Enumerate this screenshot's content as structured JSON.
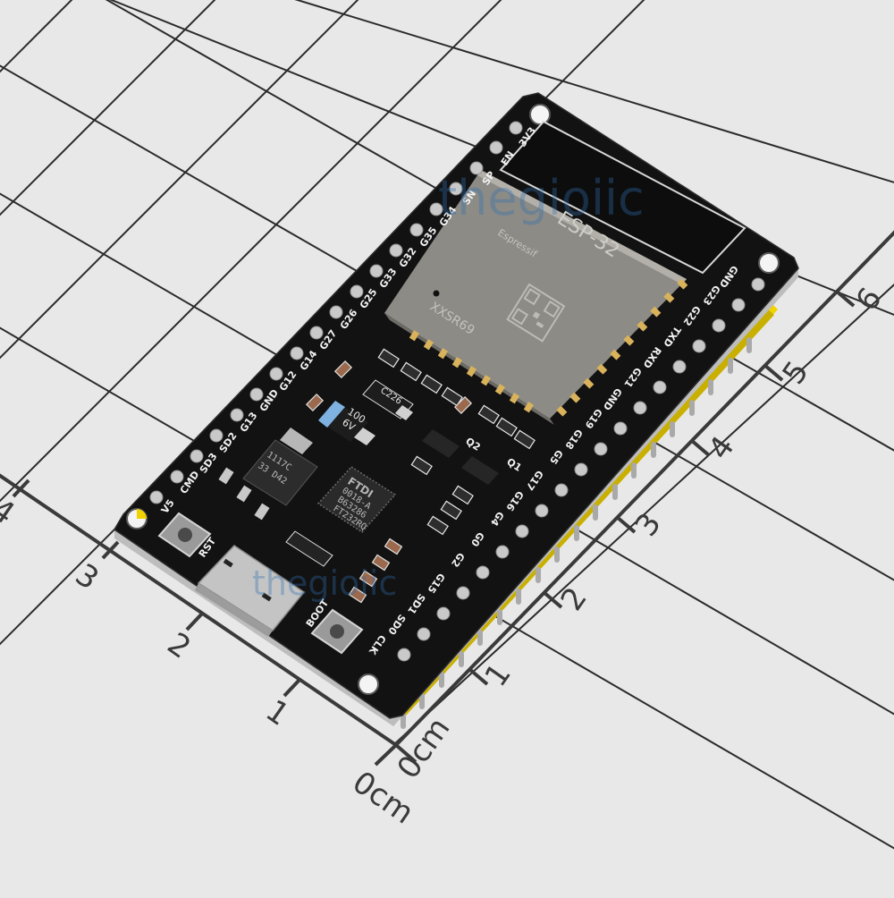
{
  "image": {
    "subject": "ESP32 development board on centimeter grid",
    "background_color": "#e8e8e8",
    "grid_line_color": "#2a2a2a",
    "pcb_color": "#111111",
    "header_color": "#f5dc1a"
  },
  "ruler": {
    "origin_label_left": "0cm",
    "origin_label_right": "0cm",
    "left_axis_ticks": [
      "1",
      "2",
      "3",
      "4"
    ],
    "right_axis_ticks": [
      "1",
      "2",
      "3",
      "4",
      "5",
      "6"
    ]
  },
  "board": {
    "module": {
      "model": "ESP-32",
      "vendor": "Espressif",
      "lot_code": "XXSR69"
    },
    "left_header_pins": [
      "3V3",
      "EN",
      "SP",
      "SN",
      "G34",
      "G35",
      "G32",
      "G33",
      "G25",
      "G26",
      "G27",
      "G14",
      "G12",
      "GND",
      "G13",
      "SD2",
      "SD3",
      "CMD",
      "V5"
    ],
    "right_header_pins": [
      "GND",
      "G23",
      "G22",
      "TXD",
      "RXD",
      "G21",
      "GND",
      "G19",
      "G18",
      "G5",
      "G17",
      "G16",
      "G4",
      "G0",
      "G2",
      "G15",
      "SD1",
      "SD0",
      "CLK"
    ],
    "buttons": {
      "reset": "RST",
      "boot": "BOOT"
    },
    "regulator": {
      "line1": "1117C",
      "line2": "33 D42"
    },
    "usb_bridge": {
      "brand": "FTDI",
      "line1": "0018-A",
      "line2": "B63286",
      "line3": "FT232RQ"
    },
    "capacitor_tantalum": {
      "line1": "100",
      "line2": "6V"
    },
    "capacitor_c226": "C226",
    "transistors": [
      "Q1",
      "Q2"
    ]
  },
  "watermark": {
    "text": "thegioiic"
  }
}
